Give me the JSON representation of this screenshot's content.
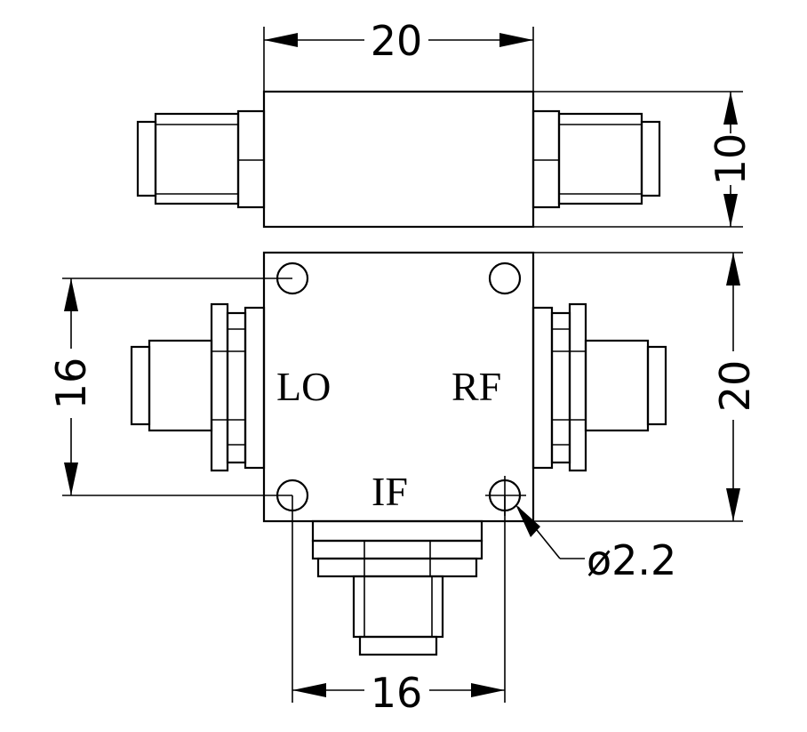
{
  "dimensions": {
    "top_width": "20",
    "top_height": "10",
    "body_height": "20",
    "left_hole_spacing": "16",
    "bottom_hole_spacing": "16",
    "hole_diameter": "ø2.2"
  },
  "ports": {
    "lo": "LO",
    "rf": "RF",
    "if": "IF"
  }
}
